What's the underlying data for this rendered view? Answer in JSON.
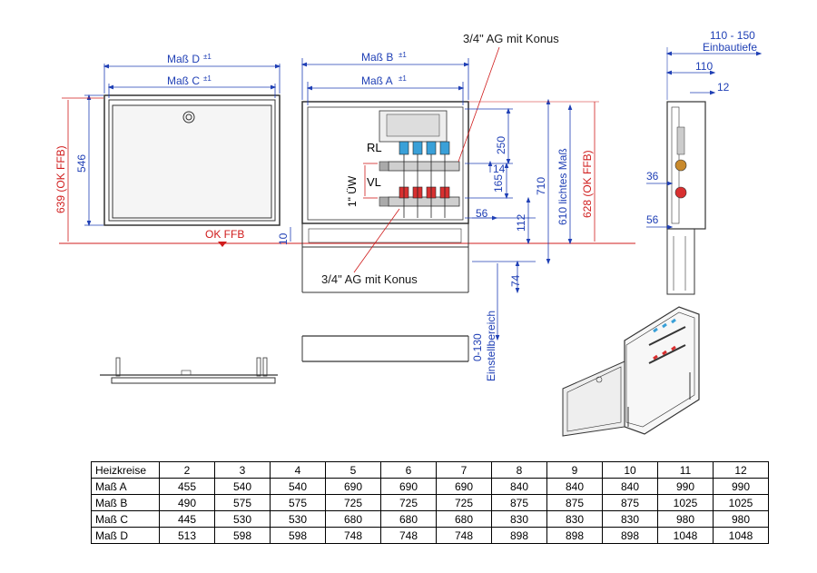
{
  "labels": {
    "mass_d": "Maß D",
    "mass_c": "Maß C",
    "mass_b": "Maß B",
    "mass_a": "Maß A",
    "tol": "±1",
    "ag_konus_top": "3/4\" AG mit Konus",
    "ag_konus_bottom": "3/4\" AG mit Konus",
    "einbautiefe_range": "110 - 150",
    "einbautiefe": "Einbautiefe",
    "d110": "110",
    "d12": "12",
    "d546": "546",
    "ok_ffb_639": "639  (OK FFB)",
    "ok_ffb": "OK FFB",
    "d10": "10",
    "rl": "RL",
    "vl": "VL",
    "uew": "1\" ÜW",
    "d250": "250",
    "d14": "14",
    "d165": "165",
    "d56a": "56",
    "d112": "112",
    "d710": "710",
    "d74": "74",
    "lichtes": "610  lichtes Maß",
    "ok_ffb_628": "628  (OK FFB)",
    "d36": "36",
    "d56b": "56",
    "range_0_130": "0-130",
    "einstellbereich": "Einstellbereich"
  },
  "colors": {
    "dimension": "#1f3fb5",
    "floor": "#d01c1c",
    "outline": "#333333"
  },
  "table": {
    "header": [
      "Heizkreise",
      "2",
      "3",
      "4",
      "5",
      "6",
      "7",
      "8",
      "9",
      "10",
      "11",
      "12"
    ],
    "rows": [
      [
        "Maß A",
        "455",
        "540",
        "540",
        "690",
        "690",
        "690",
        "840",
        "840",
        "840",
        "990",
        "990"
      ],
      [
        "Maß B",
        "490",
        "575",
        "575",
        "725",
        "725",
        "725",
        "875",
        "875",
        "875",
        "1025",
        "1025"
      ],
      [
        "Maß C",
        "445",
        "530",
        "530",
        "680",
        "680",
        "680",
        "830",
        "830",
        "830",
        "980",
        "980"
      ],
      [
        "Maß D",
        "513",
        "598",
        "598",
        "748",
        "748",
        "748",
        "898",
        "898",
        "898",
        "1048",
        "1048"
      ]
    ]
  }
}
